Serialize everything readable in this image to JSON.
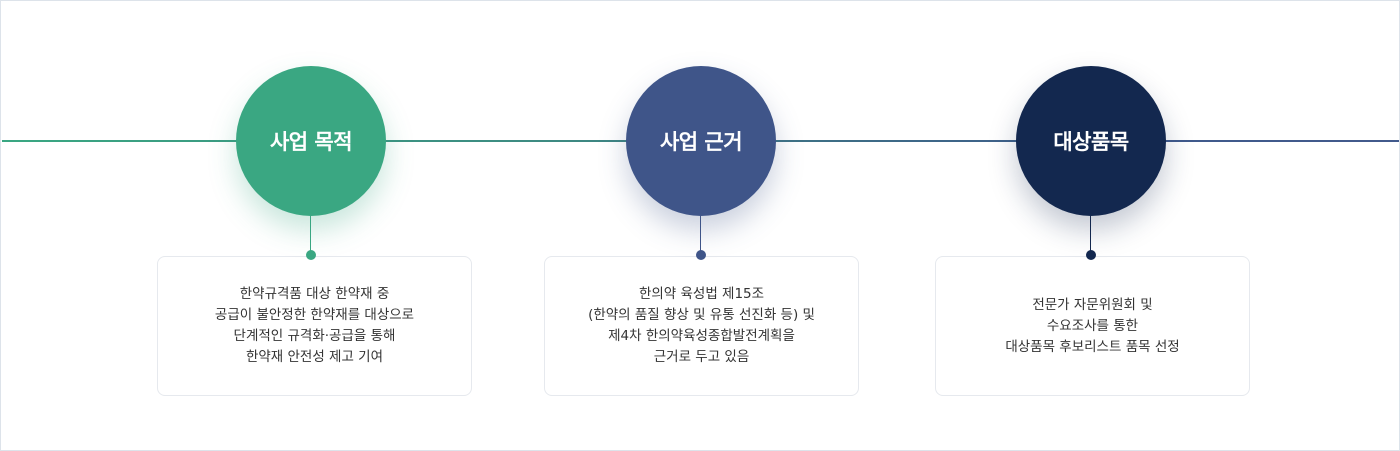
{
  "colors": {
    "step1": "#3aa782",
    "step2": "#3f5589",
    "step3": "#13284f",
    "card_border": "#e6e9ee",
    "text": "#333333",
    "frame_border": "#dde3ea"
  },
  "steps": [
    {
      "title": "사업 목적",
      "lines": [
        "한약규격품 대상 한약재 중",
        "공급이 불안정한 한약재를 대상으로",
        "단계적인 규격화·공급을 통해",
        "한약재 안전성 제고 기여"
      ]
    },
    {
      "title": "사업 근거",
      "lines": [
        "한의약 육성법 제15조",
        "(한약의 품질 향상 및 유통 선진화 등) 및",
        "제4차 한의약육성종합발전계획을",
        "근거로 두고 있음"
      ]
    },
    {
      "title": "대상품목",
      "lines": [
        "전문가 자문위원회 및",
        "수요조사를 통한",
        "대상품목 후보리스트 품목 선정"
      ]
    }
  ]
}
